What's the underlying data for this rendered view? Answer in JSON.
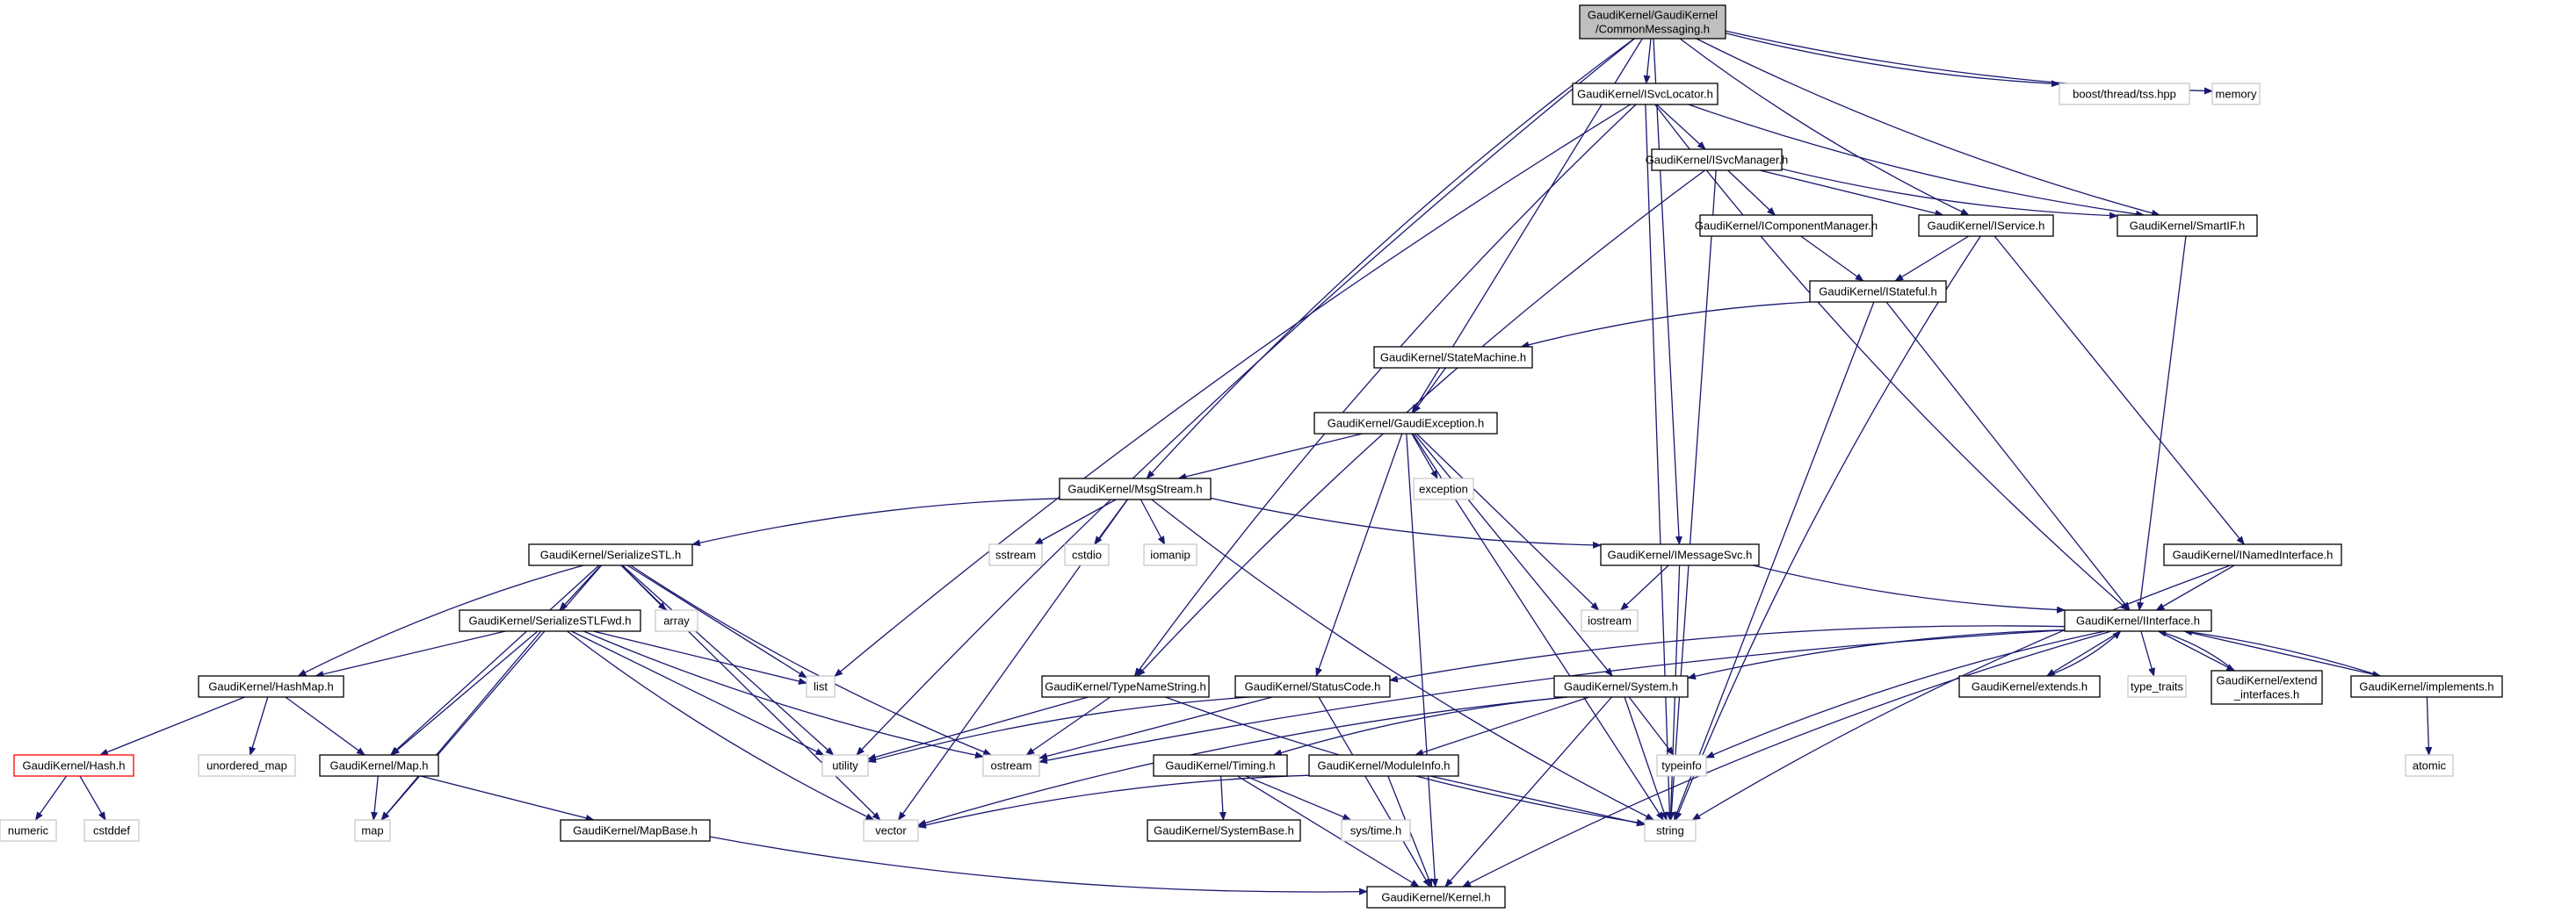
{
  "title": "GaudiKernel/GaudiKernel/CommonMessaging.h",
  "colors": {
    "edge": "#191970",
    "root_fill": "#bfbfbf",
    "node_border": "#000000",
    "system_border": "#bfbfbf",
    "highlight_border": "#ff0000"
  },
  "nodes": [
    {
      "id": "root",
      "label": [
        "GaudiKernel/GaudiKernel",
        "/CommonMessaging.h"
      ],
      "kind": "root"
    },
    {
      "id": "isvclocator",
      "label": [
        "GaudiKernel/ISvcLocator.h"
      ],
      "kind": "header"
    },
    {
      "id": "threadtss",
      "label": [
        "boost/thread/tss.hpp"
      ],
      "kind": "system"
    },
    {
      "id": "memory",
      "label": [
        "memory"
      ],
      "kind": "system"
    },
    {
      "id": "isvcmanager",
      "label": [
        "GaudiKernel/ISvcManager.h"
      ],
      "kind": "header"
    },
    {
      "id": "icomponentmanager",
      "label": [
        "GaudiKernel/IComponentManager.h"
      ],
      "kind": "header"
    },
    {
      "id": "iservice",
      "label": [
        "GaudiKernel/IService.h"
      ],
      "kind": "header"
    },
    {
      "id": "smartif",
      "label": [
        "GaudiKernel/SmartIF.h"
      ],
      "kind": "header"
    },
    {
      "id": "istateful",
      "label": [
        "GaudiKernel/IStateful.h"
      ],
      "kind": "header"
    },
    {
      "id": "statemachine",
      "label": [
        "GaudiKernel/StateMachine.h"
      ],
      "kind": "header"
    },
    {
      "id": "gaudiexception",
      "label": [
        "GaudiKernel/GaudiException.h"
      ],
      "kind": "header"
    },
    {
      "id": "msgstream",
      "label": [
        "GaudiKernel/MsgStream.h"
      ],
      "kind": "header"
    },
    {
      "id": "exception",
      "label": [
        "exception"
      ],
      "kind": "system"
    },
    {
      "id": "sstream",
      "label": [
        "sstream"
      ],
      "kind": "system"
    },
    {
      "id": "cstdio",
      "label": [
        "cstdio"
      ],
      "kind": "system"
    },
    {
      "id": "iomanip",
      "label": [
        "iomanip"
      ],
      "kind": "system"
    },
    {
      "id": "serializestl",
      "label": [
        "GaudiKernel/SerializeSTL.h"
      ],
      "kind": "header"
    },
    {
      "id": "imessagesvc",
      "label": [
        "GaudiKernel/IMessageSvc.h"
      ],
      "kind": "header"
    },
    {
      "id": "inamedinterface",
      "label": [
        "GaudiKernel/INamedInterface.h"
      ],
      "kind": "header"
    },
    {
      "id": "array",
      "label": [
        "array"
      ],
      "kind": "system"
    },
    {
      "id": "iostream",
      "label": [
        "iostream"
      ],
      "kind": "system"
    },
    {
      "id": "serializestlfwd",
      "label": [
        "GaudiKernel/SerializeSTLFwd.h"
      ],
      "kind": "header"
    },
    {
      "id": "list",
      "label": [
        "list"
      ],
      "kind": "system"
    },
    {
      "id": "iinterface",
      "label": [
        "GaudiKernel/IInterface.h"
      ],
      "kind": "header"
    },
    {
      "id": "hashmap",
      "label": [
        "GaudiKernel/HashMap.h"
      ],
      "kind": "header"
    },
    {
      "id": "typenamestring",
      "label": [
        "GaudiKernel/TypeNameString.h"
      ],
      "kind": "header"
    },
    {
      "id": "statuscode",
      "label": [
        "GaudiKernel/StatusCode.h"
      ],
      "kind": "header"
    },
    {
      "id": "system",
      "label": [
        "GaudiKernel/System.h"
      ],
      "kind": "header"
    },
    {
      "id": "extends",
      "label": [
        "GaudiKernel/extends.h"
      ],
      "kind": "header"
    },
    {
      "id": "type_traits",
      "label": [
        "type_traits"
      ],
      "kind": "system"
    },
    {
      "id": "extend_interfaces",
      "label": [
        "GaudiKernel/extend",
        "_interfaces.h"
      ],
      "kind": "header"
    },
    {
      "id": "implements",
      "label": [
        "GaudiKernel/implements.h"
      ],
      "kind": "header"
    },
    {
      "id": "hash",
      "label": [
        "GaudiKernel/Hash.h"
      ],
      "kind": "highlight"
    },
    {
      "id": "utility",
      "label": [
        "utility"
      ],
      "kind": "system"
    },
    {
      "id": "ostream",
      "label": [
        "ostream"
      ],
      "kind": "system"
    },
    {
      "id": "typeinfo",
      "label": [
        "typeinfo"
      ],
      "kind": "system"
    },
    {
      "id": "unordered_map",
      "label": [
        "unordered_map"
      ],
      "kind": "system"
    },
    {
      "id": "map_h",
      "label": [
        "GaudiKernel/Map.h"
      ],
      "kind": "header"
    },
    {
      "id": "timing",
      "label": [
        "GaudiKernel/Timing.h"
      ],
      "kind": "header"
    },
    {
      "id": "moduleinfo",
      "label": [
        "GaudiKernel/ModuleInfo.h"
      ],
      "kind": "header"
    },
    {
      "id": "atomic",
      "label": [
        "atomic"
      ],
      "kind": "system"
    },
    {
      "id": "numeric",
      "label": [
        "numeric"
      ],
      "kind": "system"
    },
    {
      "id": "cstddef",
      "label": [
        "cstddef"
      ],
      "kind": "system"
    },
    {
      "id": "map",
      "label": [
        "map"
      ],
      "kind": "system"
    },
    {
      "id": "vector",
      "label": [
        "vector"
      ],
      "kind": "system"
    },
    {
      "id": "mapbase",
      "label": [
        "GaudiKernel/MapBase.h"
      ],
      "kind": "header"
    },
    {
      "id": "systembase",
      "label": [
        "GaudiKernel/SystemBase.h"
      ],
      "kind": "header"
    },
    {
      "id": "systime",
      "label": [
        "sys/time.h"
      ],
      "kind": "system"
    },
    {
      "id": "string",
      "label": [
        "string"
      ],
      "kind": "system"
    },
    {
      "id": "kernel",
      "label": [
        "GaudiKernel/Kernel.h"
      ],
      "kind": "header"
    }
  ],
  "edges": [
    [
      "root",
      "isvclocator"
    ],
    [
      "root",
      "threadtss"
    ],
    [
      "root",
      "memory"
    ],
    [
      "root",
      "msgstream"
    ],
    [
      "root",
      "gaudiexception"
    ],
    [
      "root",
      "utility"
    ],
    [
      "root",
      "imessagesvc"
    ],
    [
      "root",
      "iservice"
    ],
    [
      "root",
      "smartif"
    ],
    [
      "isvclocator",
      "isvcmanager"
    ],
    [
      "isvclocator",
      "smartif"
    ],
    [
      "isvclocator",
      "iinterface"
    ],
    [
      "isvclocator",
      "string"
    ],
    [
      "isvclocator",
      "list"
    ],
    [
      "isvclocator",
      "typenamestring"
    ],
    [
      "isvcmanager",
      "icomponentmanager"
    ],
    [
      "isvcmanager",
      "iservice"
    ],
    [
      "isvcmanager",
      "smartif"
    ],
    [
      "isvcmanager",
      "string"
    ],
    [
      "isvcmanager",
      "typenamestring"
    ],
    [
      "icomponentmanager",
      "istateful"
    ],
    [
      "iservice",
      "istateful"
    ],
    [
      "iservice",
      "inamedinterface"
    ],
    [
      "iservice",
      "string"
    ],
    [
      "smartif",
      "iinterface"
    ],
    [
      "istateful",
      "statemachine"
    ],
    [
      "istateful",
      "iinterface"
    ],
    [
      "istateful",
      "string"
    ],
    [
      "statemachine",
      "gaudiexception"
    ],
    [
      "gaudiexception",
      "msgstream"
    ],
    [
      "gaudiexception",
      "exception"
    ],
    [
      "gaudiexception",
      "iostream"
    ],
    [
      "gaudiexception",
      "statuscode"
    ],
    [
      "gaudiexception",
      "system"
    ],
    [
      "gaudiexception",
      "string"
    ],
    [
      "gaudiexception",
      "kernel"
    ],
    [
      "msgstream",
      "sstream"
    ],
    [
      "msgstream",
      "cstdio"
    ],
    [
      "msgstream",
      "iomanip"
    ],
    [
      "msgstream",
      "serializestl"
    ],
    [
      "msgstream",
      "imessagesvc"
    ],
    [
      "msgstream",
      "string"
    ],
    [
      "msgstream",
      "vector"
    ],
    [
      "serializestl",
      "array"
    ],
    [
      "serializestl",
      "serializestlfwd"
    ],
    [
      "serializestl",
      "list"
    ],
    [
      "serializestl",
      "hashmap"
    ],
    [
      "serializestl",
      "map_h"
    ],
    [
      "serializestl",
      "utility"
    ],
    [
      "serializestl",
      "ostream"
    ],
    [
      "serializestl",
      "map"
    ],
    [
      "serializestl",
      "vector"
    ],
    [
      "serializestlfwd",
      "list"
    ],
    [
      "serializestlfwd",
      "hashmap"
    ],
    [
      "serializestlfwd",
      "map_h"
    ],
    [
      "serializestlfwd",
      "utility"
    ],
    [
      "serializestlfwd",
      "ostream"
    ],
    [
      "serializestlfwd",
      "map"
    ],
    [
      "serializestlfwd",
      "vector"
    ],
    [
      "imessagesvc",
      "iostream"
    ],
    [
      "imessagesvc",
      "iinterface"
    ],
    [
      "imessagesvc",
      "string"
    ],
    [
      "inamedinterface",
      "iinterface"
    ],
    [
      "inamedinterface",
      "string"
    ],
    [
      "iinterface",
      "extends"
    ],
    [
      "iinterface",
      "type_traits"
    ],
    [
      "iinterface",
      "extend_interfaces"
    ],
    [
      "iinterface",
      "implements"
    ],
    [
      "iinterface",
      "statuscode"
    ],
    [
      "iinterface",
      "system"
    ],
    [
      "iinterface",
      "typeinfo"
    ],
    [
      "iinterface",
      "ostream"
    ],
    [
      "iinterface",
      "kernel"
    ],
    [
      "extends",
      "iinterface"
    ],
    [
      "extend_interfaces",
      "iinterface"
    ],
    [
      "implements",
      "iinterface"
    ],
    [
      "implements",
      "atomic"
    ],
    [
      "hashmap",
      "hash"
    ],
    [
      "hashmap",
      "unordered_map"
    ],
    [
      "hashmap",
      "map_h"
    ],
    [
      "hash",
      "numeric"
    ],
    [
      "hash",
      "cstddef"
    ],
    [
      "typenamestring",
      "utility"
    ],
    [
      "typenamestring",
      "ostream"
    ],
    [
      "typenamestring",
      "string"
    ],
    [
      "statuscode",
      "utility"
    ],
    [
      "statuscode",
      "ostream"
    ],
    [
      "statuscode",
      "kernel"
    ],
    [
      "system",
      "timing"
    ],
    [
      "system",
      "moduleinfo"
    ],
    [
      "system",
      "typeinfo"
    ],
    [
      "system",
      "string"
    ],
    [
      "system",
      "kernel"
    ],
    [
      "system",
      "vector"
    ],
    [
      "map_h",
      "map"
    ],
    [
      "map_h",
      "mapbase"
    ],
    [
      "mapbase",
      "kernel"
    ],
    [
      "timing",
      "systembase"
    ],
    [
      "timing",
      "systime"
    ],
    [
      "timing",
      "kernel"
    ],
    [
      "moduleinfo",
      "vector"
    ],
    [
      "moduleinfo",
      "string"
    ],
    [
      "moduleinfo",
      "kernel"
    ]
  ]
}
